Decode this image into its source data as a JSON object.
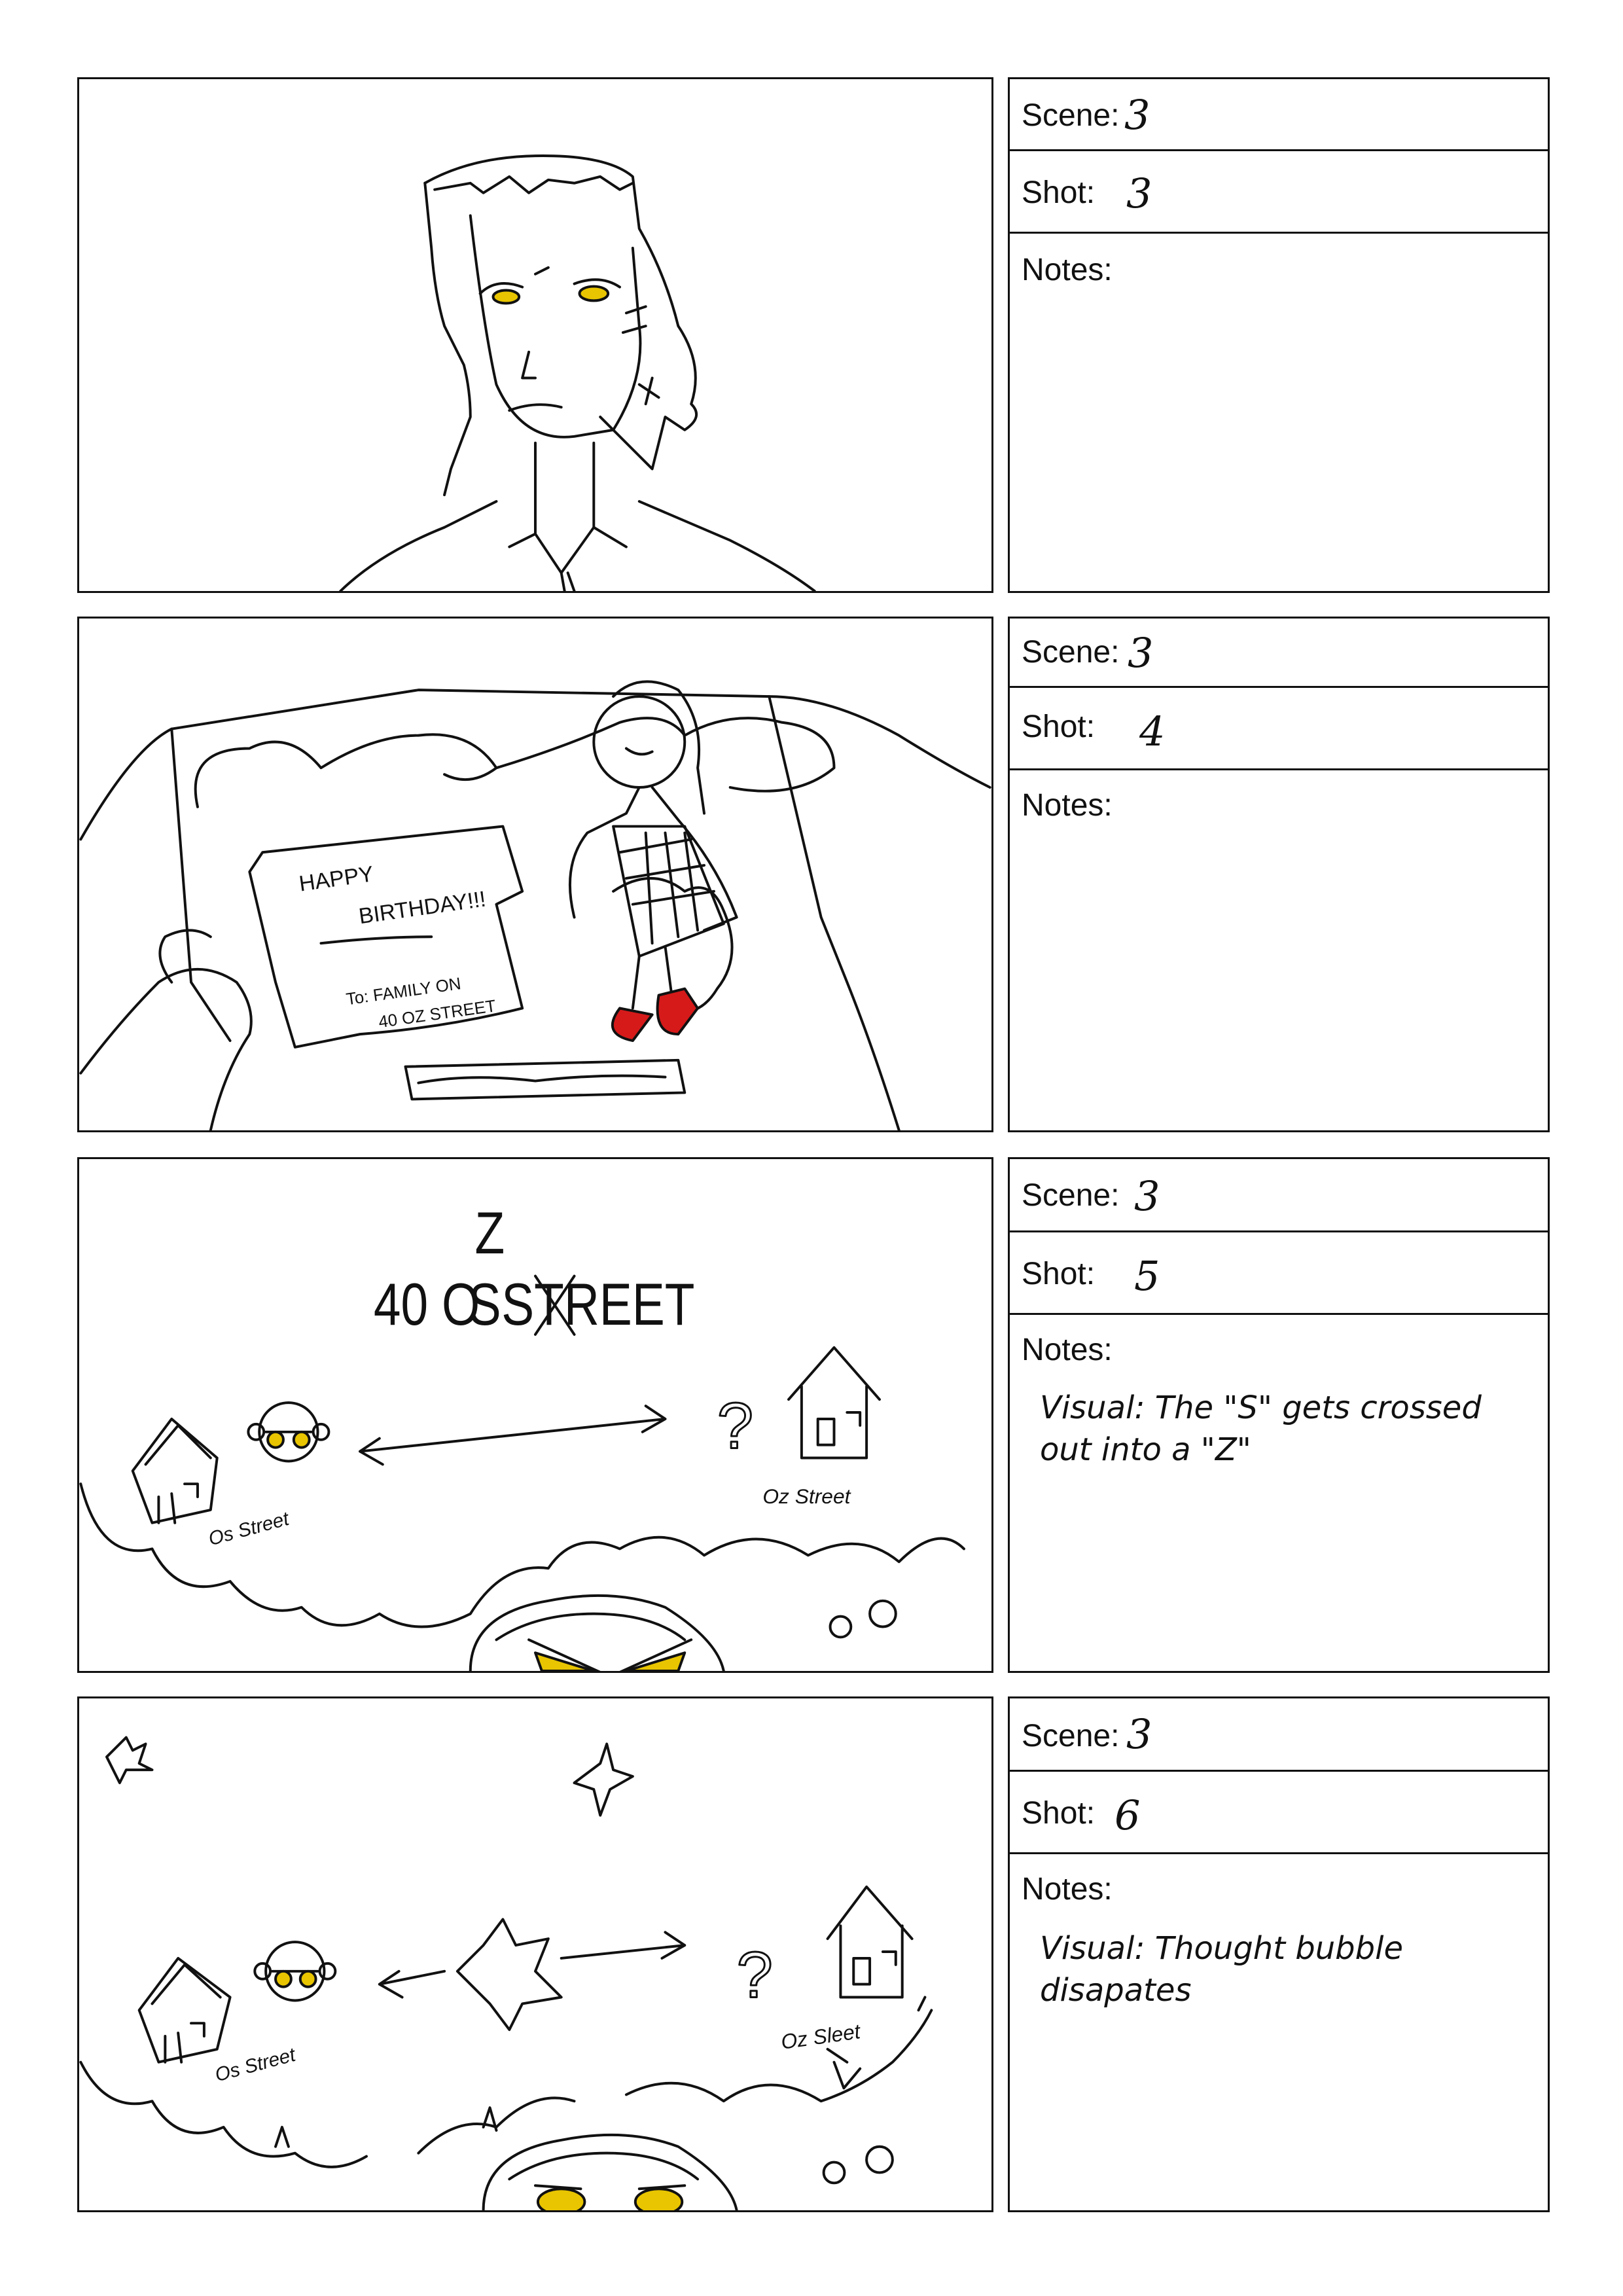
{
  "labels": {
    "scene": "Scene:",
    "shot": "Shot:",
    "notes": "Notes:"
  },
  "panels": [
    {
      "scene": "3",
      "shot": "3",
      "note": ""
    },
    {
      "scene": "3",
      "shot": "4",
      "note": "",
      "card": {
        "line1": "HAPPY",
        "line2": "BIRTHDAY!!!",
        "to1": "To: FAMILY ON",
        "to2": "40 OZ STREET"
      }
    },
    {
      "scene": "3",
      "shot": "5",
      "note": "Visual: The \"S\" gets crossed out into a \"Z\"",
      "headline": {
        "pre": "40 O",
        "crossed": "S",
        "post": "STREET",
        "correction": "Z"
      },
      "left_label": "Os Street",
      "right_label": "Oz Street",
      "question": "?"
    },
    {
      "scene": "3",
      "shot": "6",
      "note": "Visual: Thought bubble disapates",
      "left_label": "Os Street",
      "right_label": "Oz Sleet",
      "question": "?"
    }
  ],
  "colors": {
    "eye_yellow": "#e8c500",
    "shoe_red": "#d61a1a",
    "line": "#111111"
  }
}
